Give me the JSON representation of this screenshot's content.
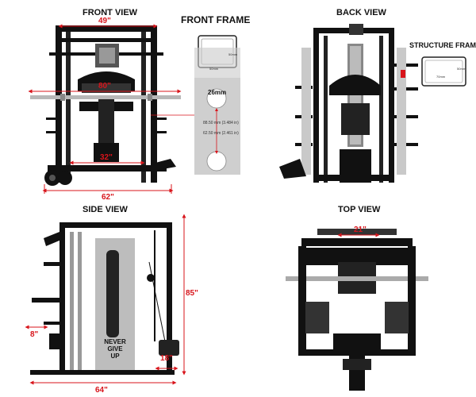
{
  "titles": {
    "front_view": "FRONT VIEW",
    "front_frame": "FRONT FRAME",
    "back_view": "BACK VIEW",
    "structure_frame": "STRUCTURE FRAME",
    "side_view": "SIDE VIEW",
    "top_view": "TOP VIEW"
  },
  "dimensions": {
    "front_top_width": "49\"",
    "front_bar_width": "80\"",
    "front_inner_width": "32\"",
    "front_base_width": "62\"",
    "front_frame_hole": "26mm",
    "front_frame_spacing_1": "88.50 mm (3.484 in)",
    "front_frame_spacing_2": "62.50 mm (2.461 in)",
    "front_frame_tube_w": "50mm",
    "front_frame_tube_h": "50mm",
    "structure_frame_w": "70mm",
    "structure_frame_h": "50mm",
    "side_height": "85\"",
    "side_depth": "64\"",
    "side_arm": "8\"",
    "side_rear": "18\"",
    "top_width": "21\""
  },
  "slogan": {
    "line1": "NEVER",
    "line2": "GIVE",
    "line3": "UP"
  },
  "colors": {
    "frame": "#111111",
    "accent": "#d8141b",
    "plate": "#c9c9c9"
  }
}
